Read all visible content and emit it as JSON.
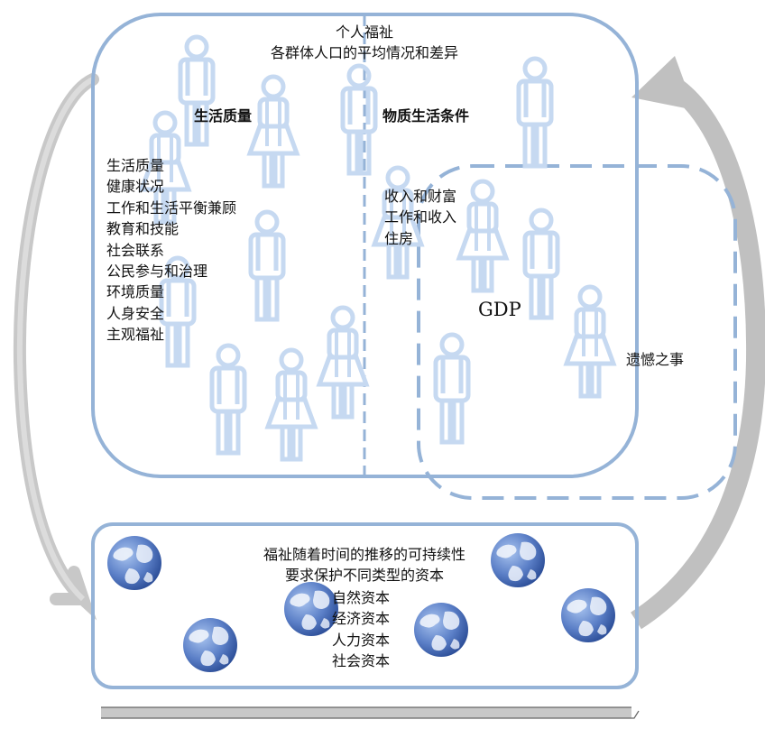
{
  "wellbeing": {
    "title": "个人福祉",
    "subtitle": "各群体人口的平均情况和差异"
  },
  "quality_of_life": {
    "heading": "生活质量",
    "items": [
      "生活质量",
      "健康状况",
      "工作和生活平衡兼顾",
      "教育和技能",
      "社会联系",
      "公民参与和治理",
      "环境质量",
      "人身安全",
      "主观福祉"
    ]
  },
  "material_conditions": {
    "heading": "物质生活条件",
    "items": [
      "收入和财富",
      "工作和收入",
      "住房"
    ]
  },
  "gdp": {
    "label": "GDP",
    "regrettables": "遗憾之事"
  },
  "sustainability": {
    "title_line1": "福祉随着时间的推移的可持续性",
    "title_line2": "要求保护不同类型的资本",
    "items": [
      "自然资本",
      "经济资本",
      "人力资本",
      "社会资本"
    ]
  },
  "colors": {
    "frame": "#95b3d7",
    "person": "#c6d9f1",
    "arrow": "#c8c8c8",
    "globe_ocean": "#5b7fc7",
    "globe_land": "#e8eef8"
  }
}
